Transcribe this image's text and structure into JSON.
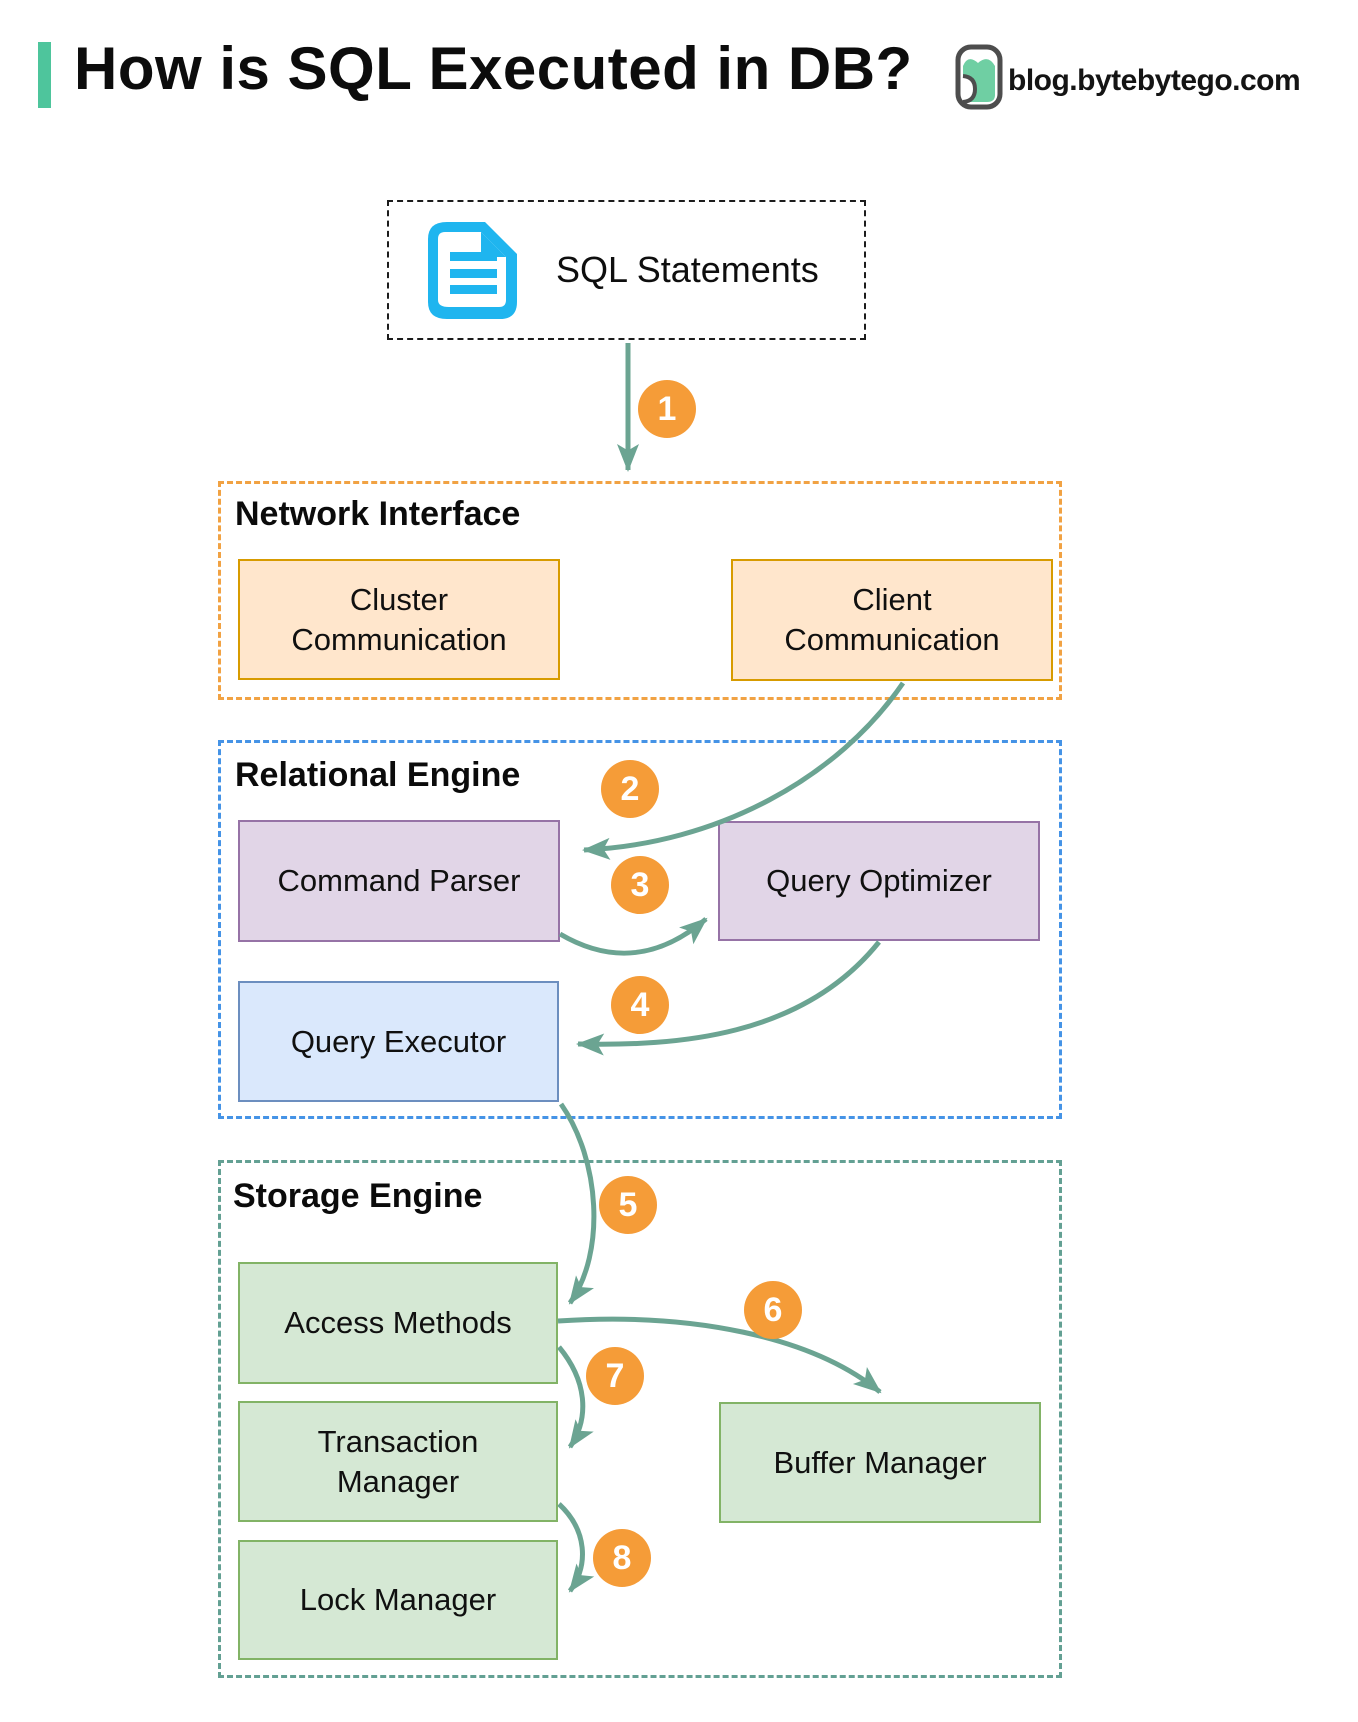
{
  "header": {
    "title": "How is SQL Executed in DB?",
    "site": "blog.bytebytego.com"
  },
  "sql_source": {
    "label": "SQL Statements",
    "icon": "document-icon"
  },
  "sections": {
    "network": {
      "label": "Network Interface",
      "boxes": {
        "cluster": {
          "lines": [
            "Cluster",
            "Communication"
          ]
        },
        "client": {
          "lines": [
            "Client",
            "Communication"
          ]
        }
      }
    },
    "relational": {
      "label": "Relational Engine",
      "boxes": {
        "parser": {
          "lines": [
            "Command Parser"
          ]
        },
        "optimizer": {
          "lines": [
            "Query Optimizer"
          ]
        },
        "executor": {
          "lines": [
            "Query Executor"
          ]
        }
      }
    },
    "storage": {
      "label": "Storage Engine",
      "boxes": {
        "access": {
          "lines": [
            "Access Methods"
          ]
        },
        "transaction": {
          "lines": [
            "Transaction",
            "Manager"
          ]
        },
        "lock": {
          "lines": [
            "Lock Manager"
          ]
        },
        "buffer": {
          "lines": [
            "Buffer Manager"
          ]
        }
      }
    }
  },
  "steps": [
    "1",
    "2",
    "3",
    "4",
    "5",
    "6",
    "7",
    "8"
  ],
  "colors": {
    "accent_bar": "#4EC59C",
    "arrow": "#6BA492",
    "step_badge": "#F59C38",
    "network_border": "#F1A243",
    "relational_border": "#4593E6",
    "storage_border": "#63A093",
    "orange_box_fill": "#FFE6CC",
    "orange_box_border": "#D79B00",
    "purple_box_fill": "#E1D5E7",
    "purple_box_border": "#9673A6",
    "blue_box_fill": "#DAE8FC",
    "blue_box_border": "#6C8EBF",
    "green_box_fill": "#D5E8D4",
    "green_box_border": "#82B366",
    "sql_icon": "#1FB5EF"
  }
}
